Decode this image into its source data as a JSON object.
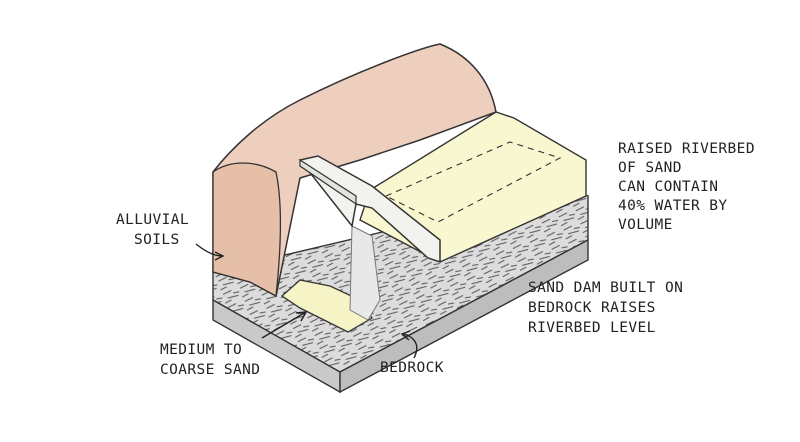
{
  "labels": {
    "alluvial": [
      "ALLUVIAL",
      "SOILS"
    ],
    "medium_sand": [
      "MEDIUM TO",
      "COARSE SAND"
    ],
    "bedrock": "BEDROCK",
    "raised_riverbed": [
      "RAISED RIVERBED",
      "OF SAND",
      "CAN CONTAIN",
      "40% WATER BY",
      "VOLUME"
    ],
    "sand_dam": [
      "SAND DAM BUILT ON",
      "BEDROCK RAISES",
      "RIVERBED LEVEL"
    ]
  },
  "colors": {
    "soil": "#eecfbd",
    "sand": "#f9f7cf",
    "dam": "#f2f2ee",
    "bedrock": "#dcdcdc",
    "outline": "#333333",
    "text": "#222222"
  }
}
